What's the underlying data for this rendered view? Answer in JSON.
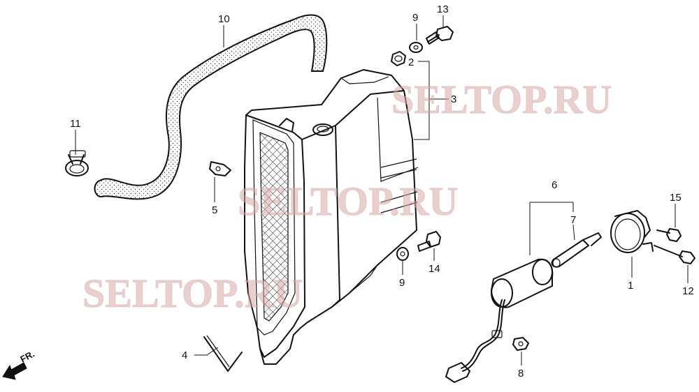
{
  "watermark": "SELTOP.RU",
  "direction_label": "FR.",
  "callouts": [
    {
      "id": "1",
      "label": "1"
    },
    {
      "id": "2",
      "label": "2"
    },
    {
      "id": "3",
      "label": "3"
    },
    {
      "id": "4",
      "label": "4"
    },
    {
      "id": "5",
      "label": "5"
    },
    {
      "id": "6",
      "label": "6"
    },
    {
      "id": "7",
      "label": "7"
    },
    {
      "id": "8",
      "label": "8"
    },
    {
      "id": "9a",
      "label": "9"
    },
    {
      "id": "9b",
      "label": "9"
    },
    {
      "id": "10",
      "label": "10"
    },
    {
      "id": "11",
      "label": "11"
    },
    {
      "id": "12",
      "label": "12"
    },
    {
      "id": "13",
      "label": "13"
    },
    {
      "id": "14",
      "label": "14"
    },
    {
      "id": "15",
      "label": "15"
    }
  ]
}
